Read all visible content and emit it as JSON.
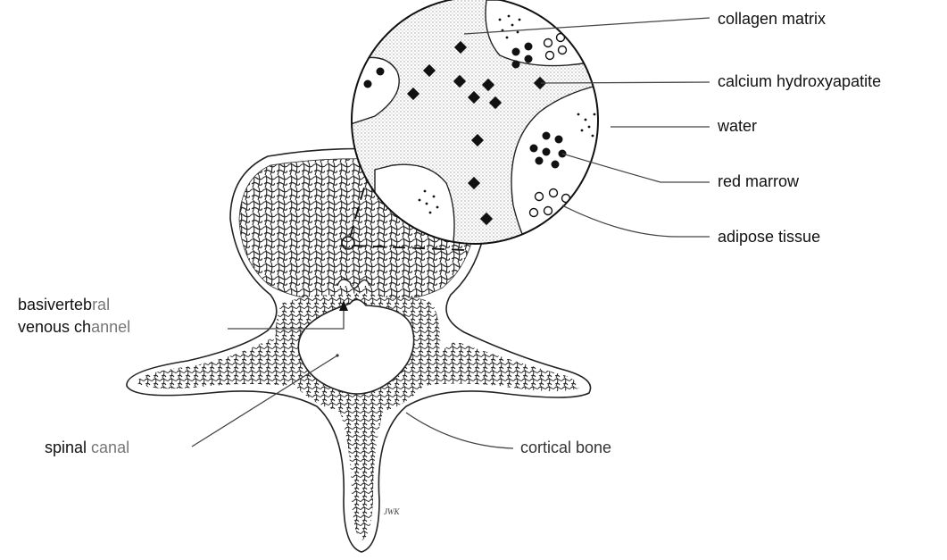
{
  "labels": {
    "collagen_matrix": "collagen matrix",
    "calcium_hydroxyapatite": "calcium hydroxyapatite",
    "water": "water",
    "red_marrow": "red marrow",
    "adipose_tissue": "adipose tissue",
    "basivertebral_line1_dark": "basivertеb",
    "basivertebral_line1_light": "ral",
    "venous_channel_dark": "venous ch",
    "venous_channel_light": "annel",
    "spinal_dark": "spinal",
    "spinal_light": "canal",
    "cortical_bone": "cortical bone"
  },
  "signature": "JWK",
  "colors": {
    "ink": "#111111",
    "label_gray": "#666666",
    "stipple": "#d9d9d9",
    "paper": "#ffffff"
  }
}
